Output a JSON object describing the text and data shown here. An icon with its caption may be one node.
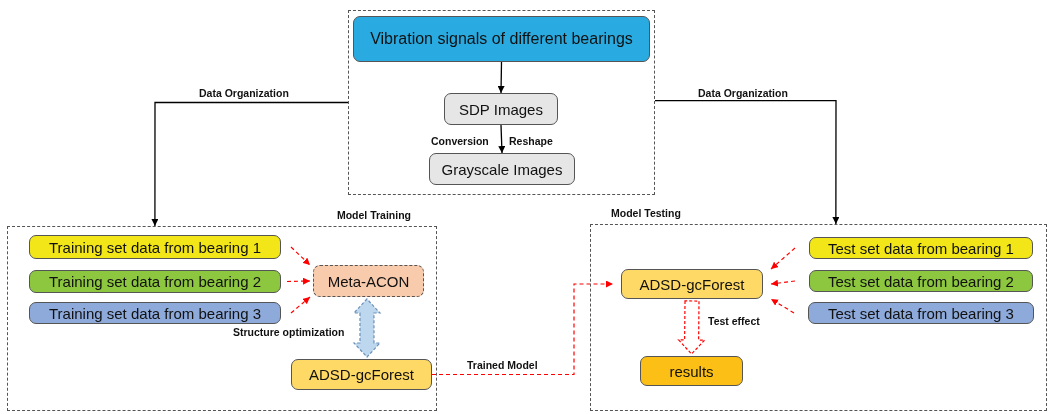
{
  "diagram": {
    "nodes": [
      {
        "text": [],
        "shape": "box"
      },
      {
        "text": [
          "Vibration signals of different bearings"
        ],
        "in": 0
      },
      {
        "text": [
          "SDP Images"
        ],
        "in": 0
      },
      {
        "text": [
          "Grayscale Images"
        ],
        "in": 0
      },
      {
        "text": [
          "Model Training"
        ]
      },
      {
        "text": [
          "Training set data from bearing 1"
        ],
        "in": 4
      },
      {
        "text": [
          "Training set data from bearing 2"
        ],
        "in": 4
      },
      {
        "text": [
          "Training set data from bearing 3"
        ],
        "in": 4
      },
      {
        "text": [
          "Meta-ACON"
        ],
        "in": 4
      },
      {
        "text": [
          "ADSD-gcForest"
        ],
        "in": 4
      },
      {
        "text": [
          "Model Testing"
        ]
      },
      {
        "text": [
          "ADSD-gcForest"
        ],
        "in": 10
      },
      {
        "text": [
          "results"
        ],
        "in": 10
      },
      {
        "text": [
          "Test set data from bearing 1"
        ],
        "in": 10
      },
      {
        "text": [
          "Test set data from bearing 2"
        ],
        "in": 10
      },
      {
        "text": [
          "Test set data from bearing 3"
        ],
        "in": 10
      }
    ],
    "edges": [
      {
        "from": 1,
        "to": 2,
        "arrow": "to",
        "color": "#000000"
      },
      {
        "from": 2,
        "to": 3,
        "arrow": "to",
        "label": "Conversion",
        "color": "#000000"
      },
      {
        "from": 0,
        "to": 4,
        "arrow": "to",
        "label": "Data Organization",
        "color": "#000000"
      },
      {
        "from": 0,
        "to": 10,
        "arrow": "to",
        "label": "Data Organization",
        "color": "#000000"
      },
      {
        "from": 5,
        "to": 8,
        "arrow": "to",
        "style": "dashed"
      },
      {
        "from": 6,
        "to": 8,
        "arrow": "to",
        "style": "dashed"
      },
      {
        "from": 7,
        "to": 8,
        "arrow": "to",
        "style": "dashed"
      },
      {
        "from": 8,
        "to": 9,
        "arrow": "both",
        "label": "Structure optimization",
        "style": "thick",
        "color": "#bdd7ee"
      },
      {
        "from": 9,
        "to": 11,
        "arrow": "to",
        "label": "Trained Model",
        "style": "dashed"
      },
      {
        "from": 13,
        "to": 11,
        "arrow": "to",
        "style": "dashed"
      },
      {
        "from": 14,
        "to": 11,
        "arrow": "to",
        "style": "dashed"
      },
      {
        "from": 15,
        "to": 11,
        "arrow": "to",
        "style": "dashed"
      },
      {
        "from": 11,
        "to": 12,
        "arrow": "to",
        "label": "Test effect",
        "style": "thick"
      }
    ],
    "labels": [
      "Reshape"
    ]
  }
}
